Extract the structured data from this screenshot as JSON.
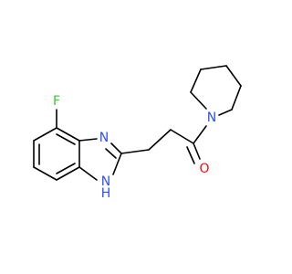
{
  "molecule": {
    "atoms": [
      {
        "id": "F",
        "text": "F",
        "color": "#33cc33"
      },
      {
        "id": "N3",
        "text": "N",
        "color": "#3050f8"
      },
      {
        "id": "N1",
        "text": "N",
        "color": "#3050f8"
      },
      {
        "id": "H1",
        "text": "H",
        "color": "#3050f8"
      },
      {
        "id": "O",
        "text": "O",
        "color": "#ff0d0d"
      },
      {
        "id": "Npip",
        "text": "N",
        "color": "#3050f8"
      }
    ]
  }
}
